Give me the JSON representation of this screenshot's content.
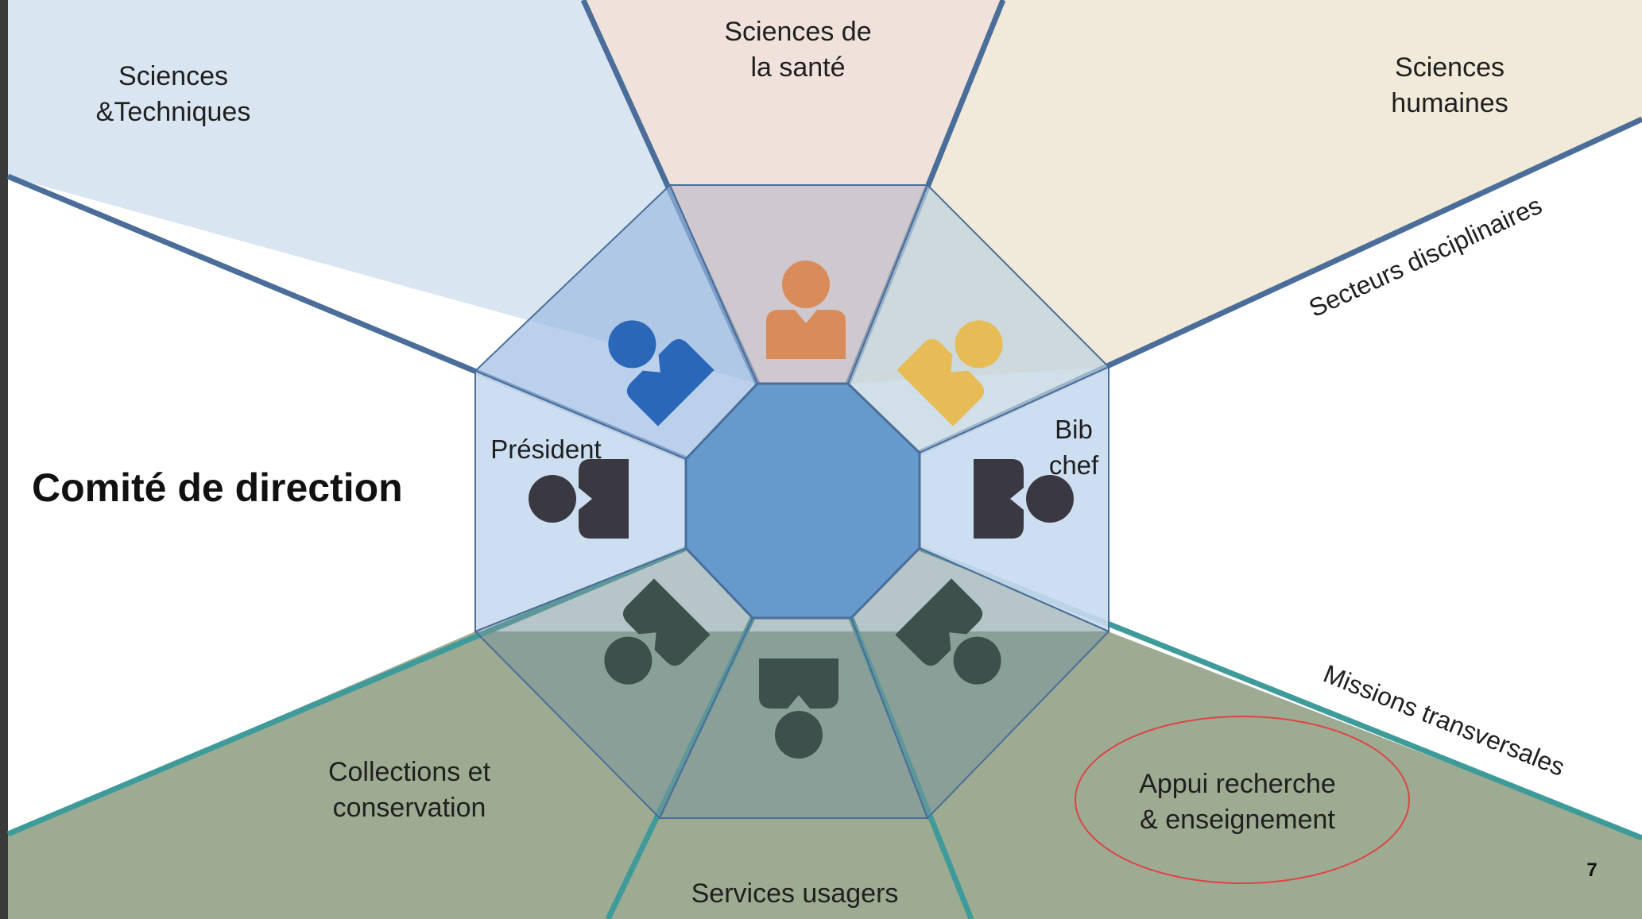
{
  "title": "Comité de direction",
  "sectors": {
    "sciences_techniques": [
      "Sciences",
      "&Techniques"
    ],
    "sciences_sante": [
      "Sciences de",
      "la santé"
    ],
    "sciences_humaines": [
      "Sciences",
      "humaines"
    ],
    "collections": [
      "Collections et",
      "conservation"
    ],
    "services": "Services usagers",
    "appui": [
      "Appui recherche",
      "& enseignement"
    ]
  },
  "bands": {
    "secteurs": "Secteurs disciplinaires",
    "missions": "Missions transversales"
  },
  "seats": {
    "president": "Président",
    "bib_chef": [
      "Bib",
      "chef"
    ]
  },
  "page_number": "7",
  "colors": {
    "sciences_techniques": "#d9e5f1",
    "sciences_sante": "#f0e2da",
    "sciences_humaines": "#f1e9d9",
    "missions_fill": "#9eab93",
    "secteurs_line": "#4a6e99",
    "missions_line": "#3f9a9a",
    "center_octagon": "#6699cc",
    "person_blue": "#2a67b8",
    "person_orange": "#d98c5a",
    "person_gold": "#e7bb55",
    "person_dark": "#3a3840",
    "person_green": "#3d504c",
    "highlight_ellipse": "#dd4444"
  },
  "icons": [
    "person-icon"
  ]
}
